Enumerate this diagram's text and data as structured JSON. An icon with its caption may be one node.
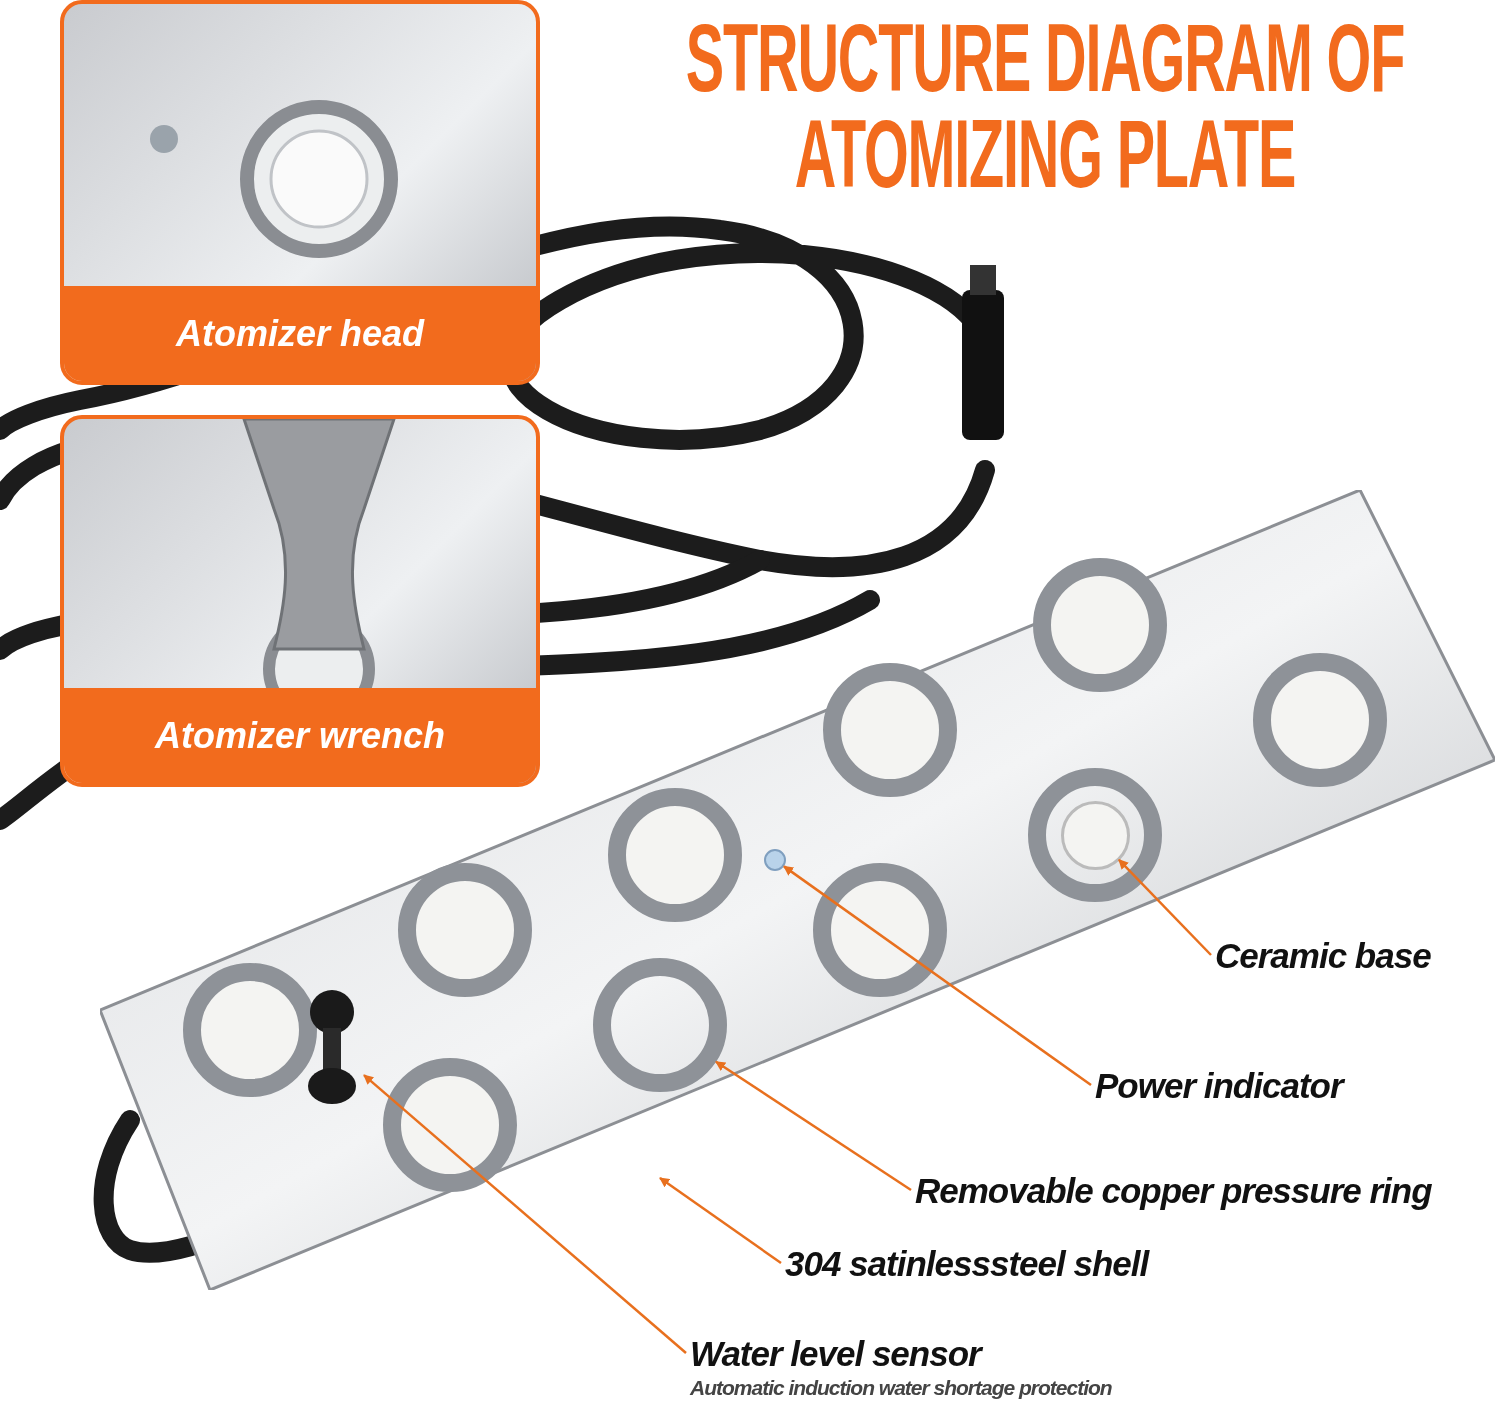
{
  "diagram": {
    "title": "STRUCTURE DIAGRAM OF ATOMIZING PLATE",
    "nodes": [
      {
        "text": [
          "Atomizer head"
        ]
      },
      {
        "text": [
          "Atomizer wrench"
        ]
      },
      {
        "text": [
          "Ceramic base"
        ]
      },
      {
        "text": [
          "Power indicator"
        ]
      },
      {
        "text": [
          "Removable copper pressure ring"
        ]
      },
      {
        "text": [
          "304 satinlesssteel shell"
        ]
      },
      {
        "text": [
          "Water level sensor",
          "Automatic induction water shortage protection"
        ]
      },
      {
        "text": [],
        "shape": "box"
      },
      {
        "text": [],
        "shape": "circle",
        "in": 7
      },
      {
        "text": [],
        "shape": "circle",
        "in": 7
      },
      {
        "text": [],
        "shape": "circle",
        "in": 7
      },
      {
        "text": [],
        "shape": "picture",
        "in": 7
      }
    ],
    "edges": [
      {
        "from": 2,
        "to": 8,
        "arrow": "to"
      },
      {
        "from": 3,
        "to": 9,
        "arrow": "to"
      },
      {
        "from": 4,
        "to": 10,
        "arrow": "to"
      },
      {
        "from": 5,
        "to": 7,
        "arrow": "to"
      },
      {
        "from": 6,
        "to": 11,
        "arrow": "to"
      }
    ]
  }
}
